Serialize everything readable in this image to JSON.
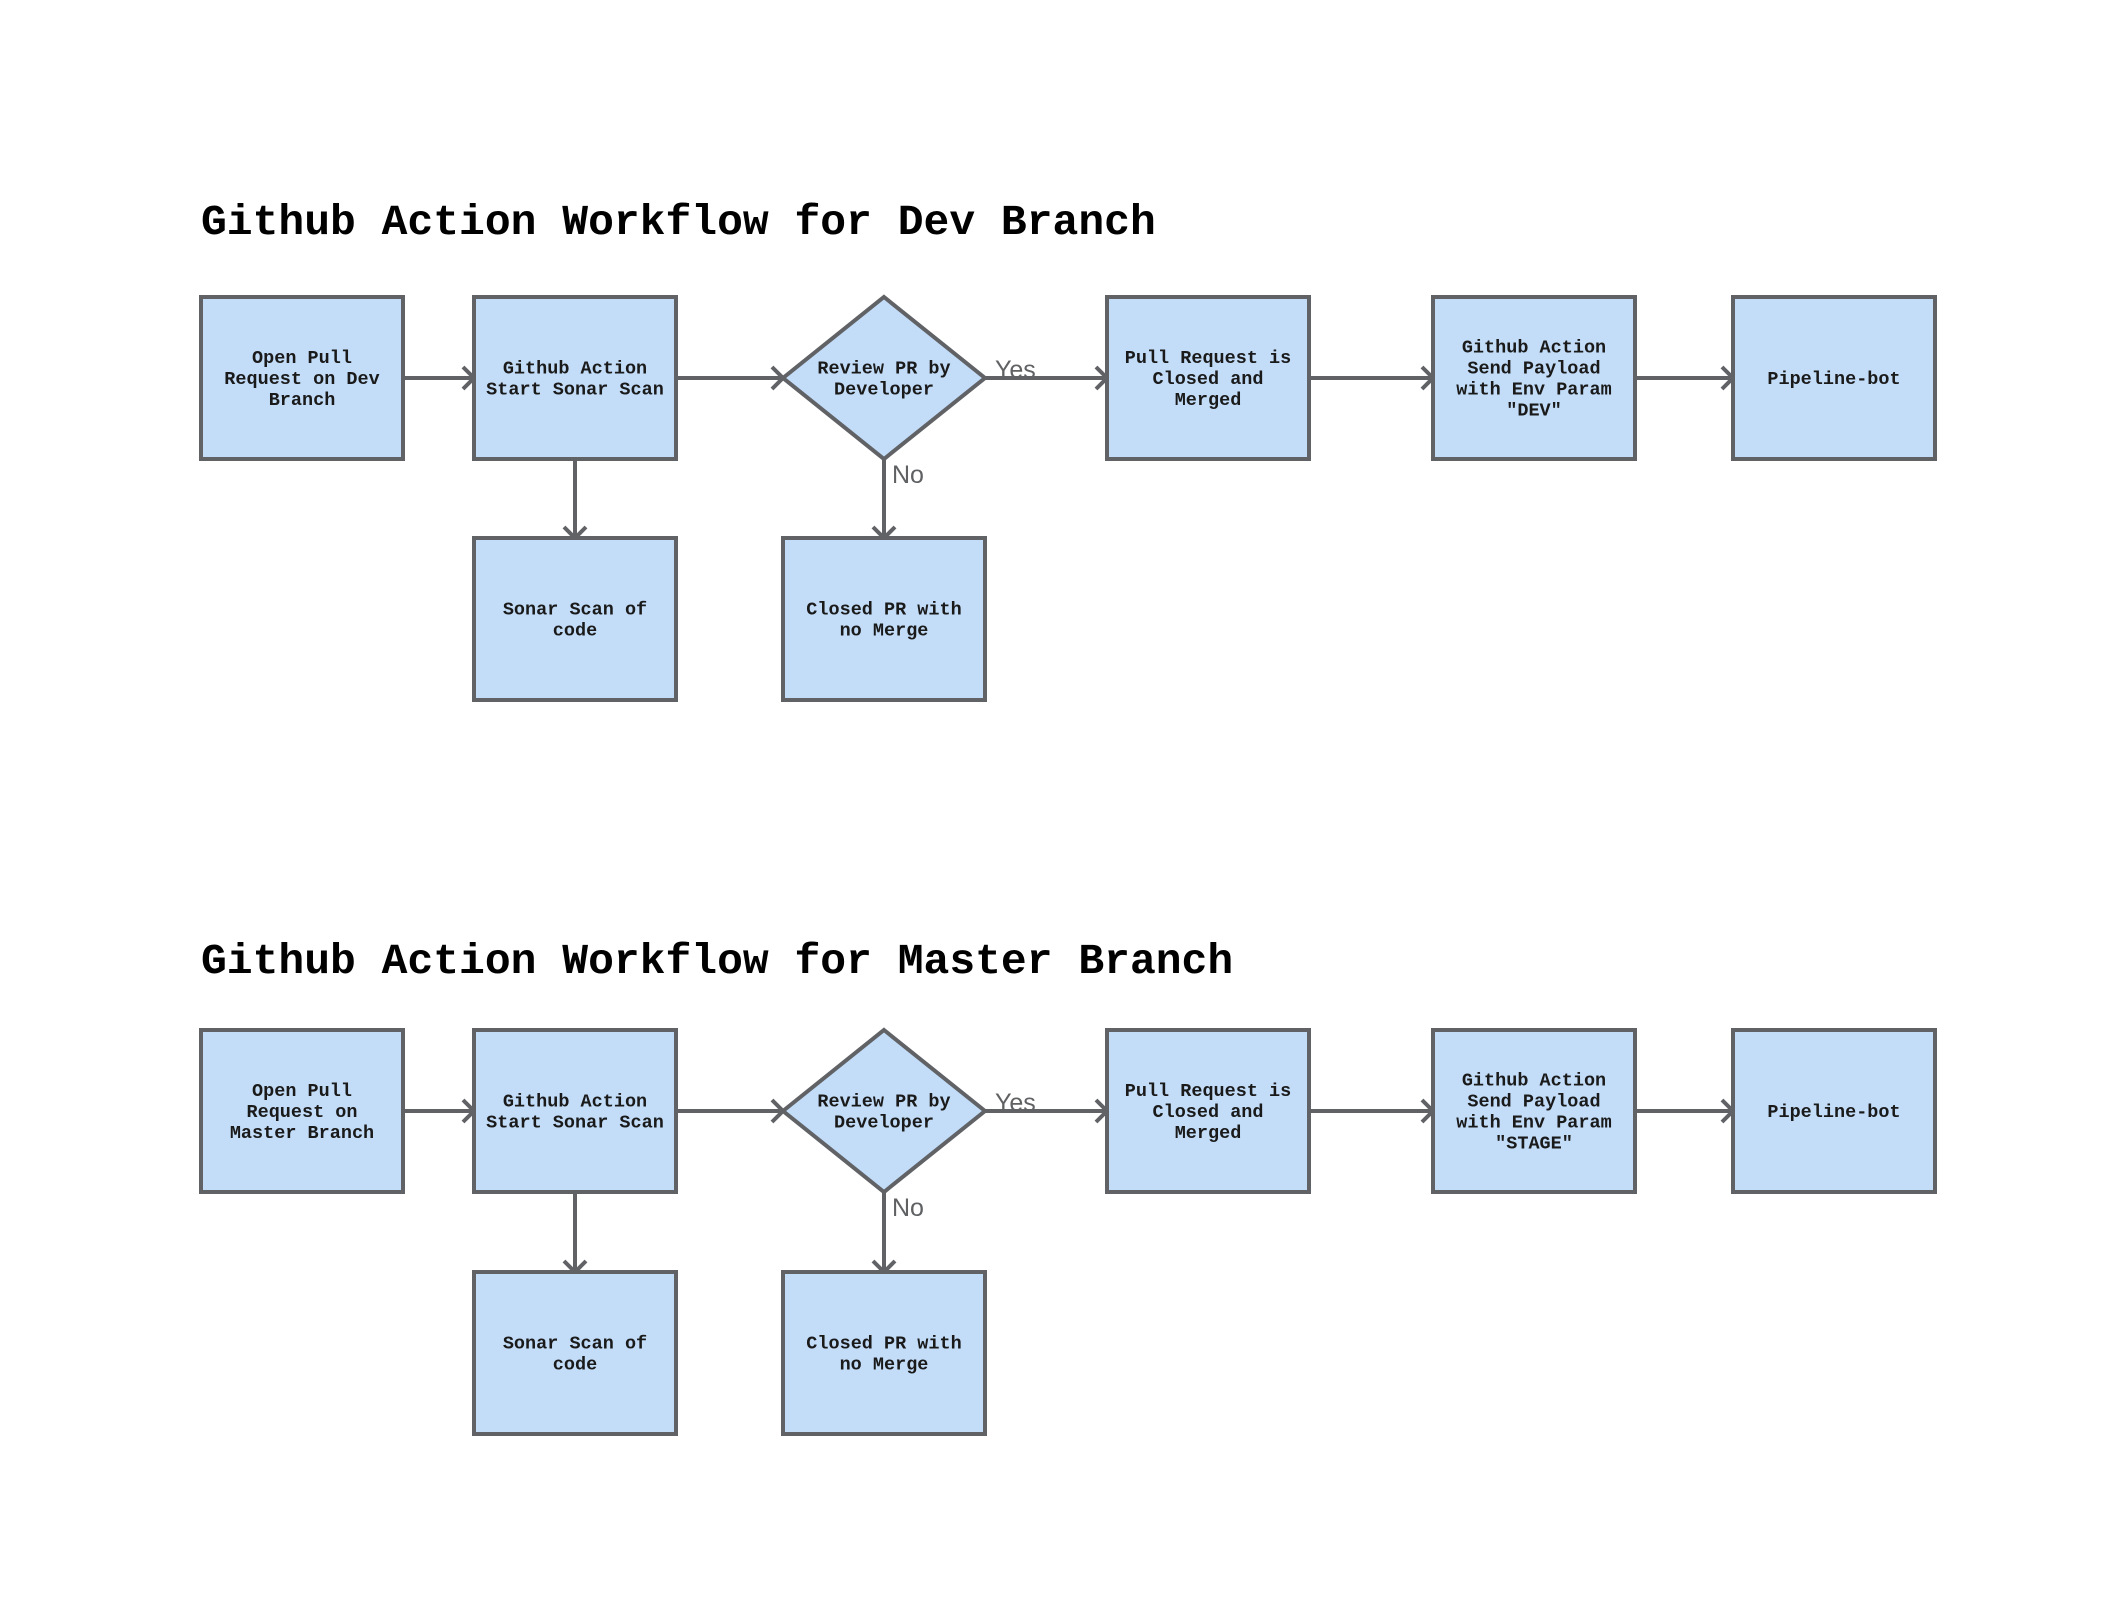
{
  "workflows": [
    {
      "title": "Github Action Workflow for Dev Branch",
      "nodes": {
        "open_pr": [
          "Open Pull",
          "Request on Dev",
          "Branch"
        ],
        "start_scan": [
          "Github Action",
          "Start Sonar Scan"
        ],
        "review": [
          "Review PR by",
          "Developer"
        ],
        "merged": [
          "Pull Request is",
          "Closed and",
          "Merged"
        ],
        "send_payload": [
          "Github Action",
          "Send Payload",
          "with Env Param",
          "\"DEV\""
        ],
        "pipeline_bot": [
          "Pipeline-bot"
        ],
        "sonar_scan": [
          "Sonar Scan of",
          "code"
        ],
        "closed_no_merge": [
          "Closed PR with",
          "no Merge"
        ]
      },
      "edge_labels": {
        "yes": "Yes",
        "no": "No"
      }
    },
    {
      "title": "Github Action Workflow for Master Branch",
      "nodes": {
        "open_pr": [
          "Open Pull",
          "Request on",
          "Master Branch"
        ],
        "start_scan": [
          "Github Action",
          "Start Sonar Scan"
        ],
        "review": [
          "Review PR by",
          "Developer"
        ],
        "merged": [
          "Pull Request is",
          "Closed and",
          "Merged"
        ],
        "send_payload": [
          "Github Action",
          "Send Payload",
          "with Env Param",
          "\"STAGE\""
        ],
        "pipeline_bot": [
          "Pipeline-bot"
        ],
        "sonar_scan": [
          "Sonar Scan of",
          "code"
        ],
        "closed_no_merge": [
          "Closed PR with",
          "no Merge"
        ]
      },
      "edge_labels": {
        "yes": "Yes",
        "no": "No"
      }
    }
  ],
  "colors": {
    "node_fill": "#c3ddf9",
    "stroke": "#606266",
    "title": "#000000",
    "edge_label": "#5f6163"
  }
}
